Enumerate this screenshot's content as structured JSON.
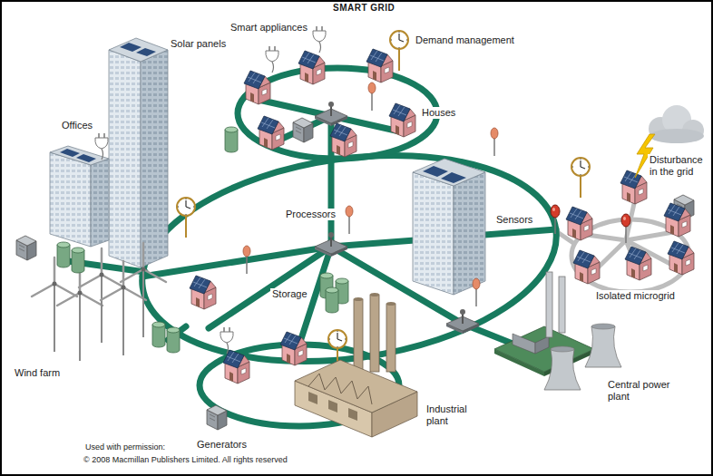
{
  "diagram": {
    "title": "SMART GRID",
    "labels": [
      "Smart appliances",
      "Demand management",
      "Solar panels",
      "Houses",
      "Offices",
      "Disturbance in the grid",
      "Processors",
      "Sensors",
      "Isolated microgrid",
      "Storage",
      "Wind farm",
      "Generators",
      "Industrial plant",
      "Central power plant",
      "Used with permission:",
      "© 2008 Macmillan Publishers Limited. All rights reserved"
    ]
  }
}
